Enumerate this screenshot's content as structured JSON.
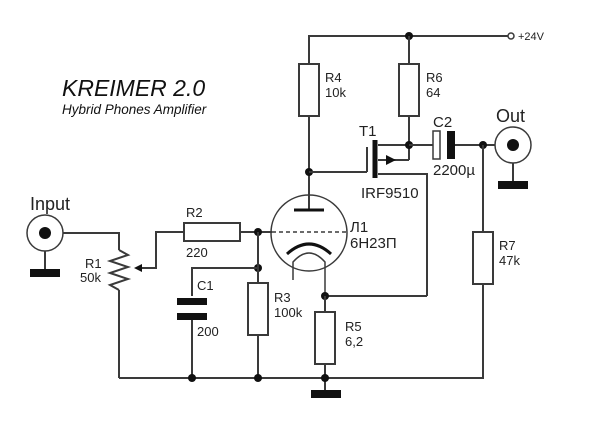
{
  "title": "KREIMER 2.0",
  "subtitle": "Hybrid Phones Amplifier",
  "supply": "+24V",
  "connectors": {
    "input": "Input",
    "output": "Out"
  },
  "components": {
    "R1": {
      "ref": "R1",
      "value": "50k"
    },
    "R2": {
      "ref": "R2",
      "value": "220"
    },
    "R3": {
      "ref": "R3",
      "value": "100k"
    },
    "R4": {
      "ref": "R4",
      "value": "10k"
    },
    "R5": {
      "ref": "R5",
      "value": "6,2"
    },
    "R6": {
      "ref": "R6",
      "value": "64"
    },
    "R7": {
      "ref": "R7",
      "value": "47k"
    },
    "C1": {
      "ref": "C1",
      "value": "200"
    },
    "C2": {
      "ref": "C2",
      "value": "2200µ"
    },
    "T1": {
      "ref": "T1",
      "value": "IRF9510"
    },
    "L1": {
      "ref": "Л1",
      "value": "6Н23П"
    }
  }
}
